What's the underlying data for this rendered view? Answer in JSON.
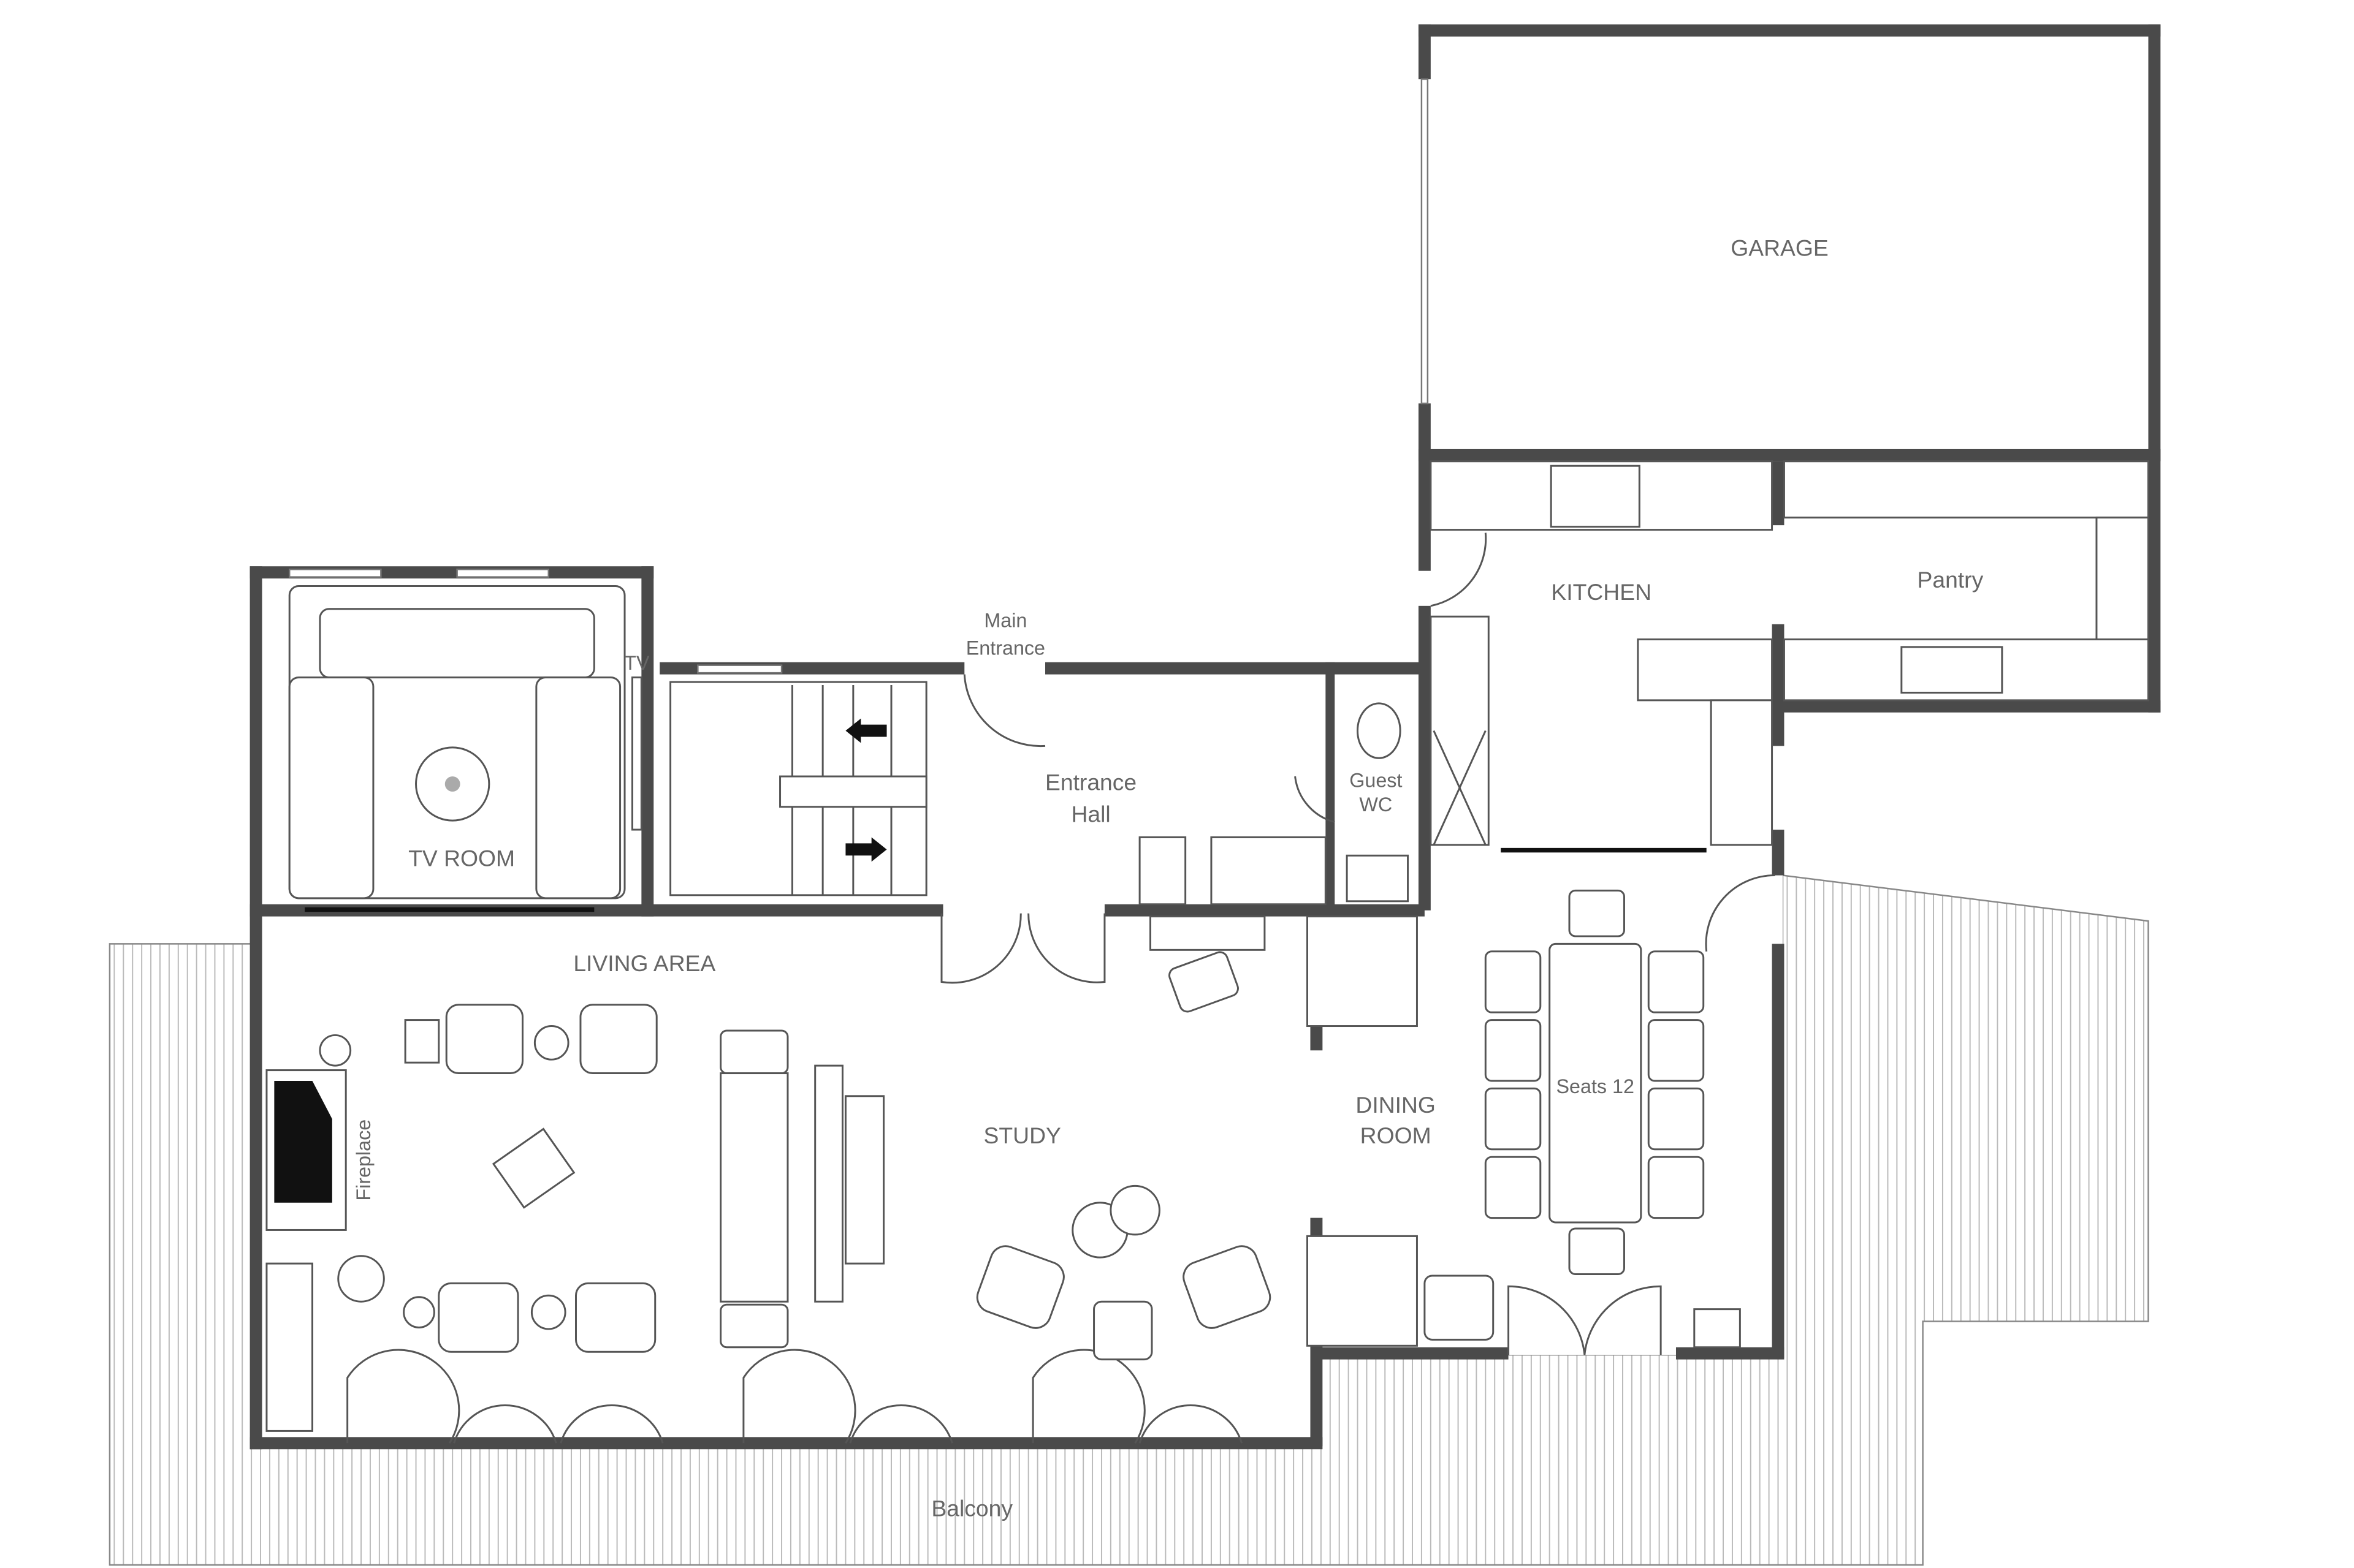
{
  "plan": {
    "rooms": {
      "garage": "GARAGE",
      "kitchen": "KITCHEN",
      "pantry": "Pantry",
      "main_entrance_1": "Main",
      "main_entrance_2": "Entrance",
      "entrance_hall_1": "Entrance",
      "entrance_hall_2": "Hall",
      "guest_wc_1": "Guest",
      "guest_wc_2": "WC",
      "tv_room": "TV ROOM",
      "tv": "TV",
      "living_area": "LIVING AREA",
      "fireplace": "Fireplace",
      "study": "STUDY",
      "dining_room_1": "DINING",
      "dining_room_2": "ROOM",
      "seats": "Seats 12",
      "balcony": "Balcony"
    },
    "colors": {
      "wall": "#4a4a4a",
      "text": "#666666",
      "line": "#555555"
    }
  }
}
